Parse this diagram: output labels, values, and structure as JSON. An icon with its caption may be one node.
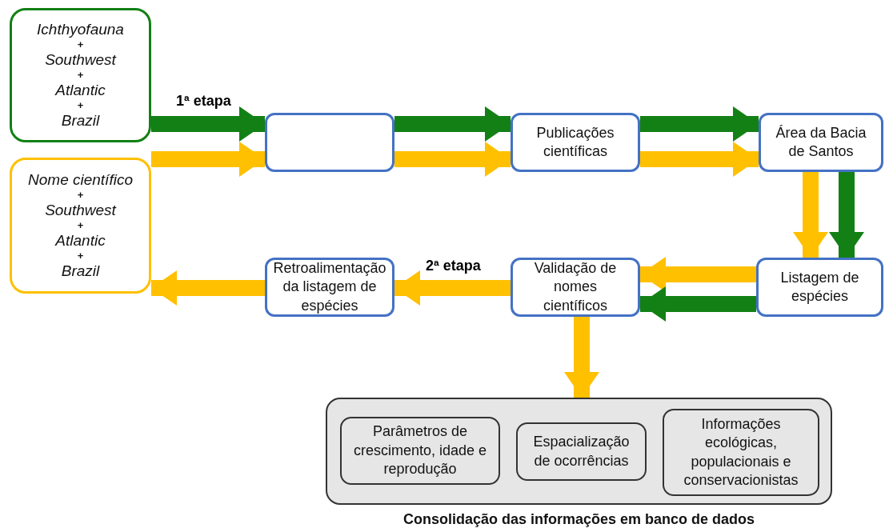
{
  "diagram": {
    "nodes": [
      {
        "text": [
          "Ichthyofauna",
          "+",
          "Southwest",
          "+",
          "Atlantic",
          "+",
          "Brazil"
        ]
      },
      {
        "text": [
          "Nome científico",
          "+",
          "Southwest",
          "+",
          "Atlantic",
          "+",
          "Brazil"
        ]
      },
      {
        "text": [],
        "shape": "box"
      },
      {
        "text": [
          "Publicações científicas"
        ]
      },
      {
        "text": [
          "Área da Bacia de Santos"
        ]
      },
      {
        "text": [
          "Listagem de espécies"
        ]
      },
      {
        "text": [
          "Validação de nomes científicos"
        ]
      },
      {
        "text": [
          "Retroalimentação da listagem de espécies"
        ]
      },
      {
        "text": [
          "Consolidação das informações em banco de dados"
        ]
      },
      {
        "text": [
          "Parâmetros de crescimento, idade e reprodução"
        ],
        "in": 8
      },
      {
        "text": [
          "Espacialização de ocorrências"
        ],
        "in": 8
      },
      {
        "text": [
          "Informações ecológicas, populacionais e conservacionistas"
        ],
        "in": 8
      }
    ],
    "edges": [
      {
        "from": 0,
        "to": 2,
        "arrow": "to",
        "label": "1ª etapa",
        "color": "#138015"
      },
      {
        "from": 1,
        "to": 2,
        "arrow": "to"
      },
      {
        "from": 2,
        "to": 3,
        "arrow": "to",
        "color": "#138015"
      },
      {
        "from": 2,
        "to": 3,
        "arrow": "to"
      },
      {
        "from": 3,
        "to": 4,
        "arrow": "to",
        "color": "#138015"
      },
      {
        "from": 3,
        "to": 4,
        "arrow": "to"
      },
      {
        "from": 4,
        "to": 5,
        "arrow": "to"
      },
      {
        "from": 4,
        "to": 5,
        "arrow": "to",
        "color": "#138015"
      },
      {
        "from": 5,
        "to": 6,
        "arrow": "to"
      },
      {
        "from": 5,
        "to": 6,
        "arrow": "to",
        "color": "#138015"
      },
      {
        "from": 6,
        "to": 7,
        "arrow": "to",
        "label": "2ª etapa"
      },
      {
        "from": 7,
        "to": 1,
        "arrow": "to"
      },
      {
        "from": 6,
        "to": 8,
        "arrow": "to"
      }
    ]
  }
}
